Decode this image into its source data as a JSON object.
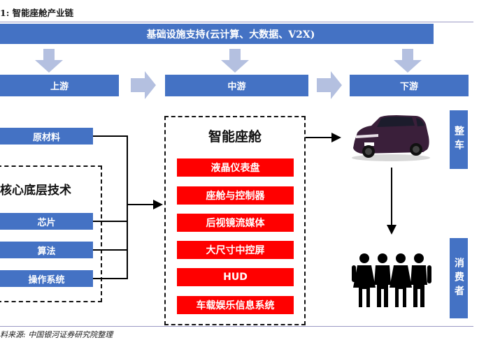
{
  "figure": {
    "title": "1:  智能座舱产业链",
    "source": "料来源:  中国银河证券研究院整理"
  },
  "infrastructure": {
    "label": "基础设施支持(云计算、大数据、V2X)"
  },
  "stages": [
    {
      "label": "上游"
    },
    {
      "label": "中游"
    },
    {
      "label": "下游"
    }
  ],
  "upstream": {
    "raw_materials": "原材料",
    "core_tech": {
      "title": "核心底层技术",
      "items": [
        "芯片",
        "算法",
        "操作系统"
      ]
    }
  },
  "midstream": {
    "title": "智能座舱",
    "items": [
      "液晶仪表盘",
      "座舱与控制器",
      "后视镜流媒体",
      "大尺寸中控屏",
      "HUD",
      "车载娱乐信息系统"
    ]
  },
  "downstream": {
    "vehicle_label": "整车",
    "consumer_label": "消费者",
    "vehicle_icon": "car-image",
    "consumer_icon": "people-group-icon"
  },
  "colors": {
    "primary_blue": "#4472c4",
    "arrow_blue": "#b4c0e0",
    "highlight_red": "#ff0000"
  }
}
